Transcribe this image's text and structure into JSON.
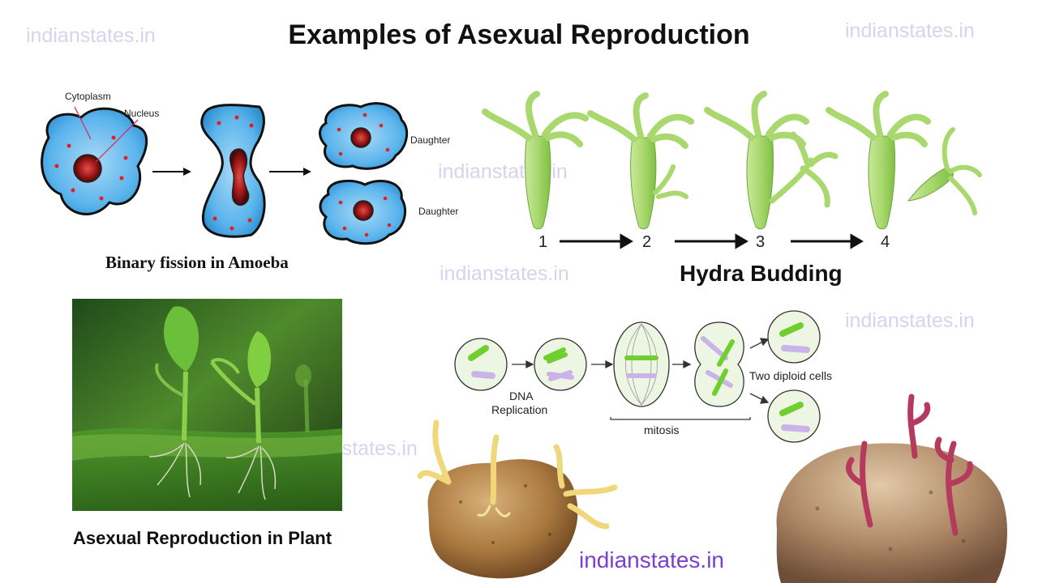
{
  "page_title": "Examples of Asexual Reproduction",
  "watermark": "indianstates.in",
  "amoeba": {
    "caption": "Binary fission in Amoeba",
    "label_cytoplasm": "Cytoplasm",
    "label_nucleus": "Nucleus",
    "label_daughter_top": "Daughter",
    "label_daughter_bottom": "Daughter"
  },
  "hydra": {
    "caption": "Hydra Budding",
    "stages": [
      "1",
      "2",
      "3",
      "4"
    ]
  },
  "plant": {
    "caption": "Asexual Reproduction in Plant"
  },
  "mitosis": {
    "dna_label_1": "DNA",
    "dna_label_2": "Replication",
    "mitosis_label": "mitosis",
    "result_label": "Two diploid cells"
  },
  "colors": {
    "amoeba_blue": "#5ab4ec",
    "hydra_green": "#a9d86e",
    "watermark_light": "#d9d2ee",
    "watermark_strong": "#7b3fd0"
  }
}
